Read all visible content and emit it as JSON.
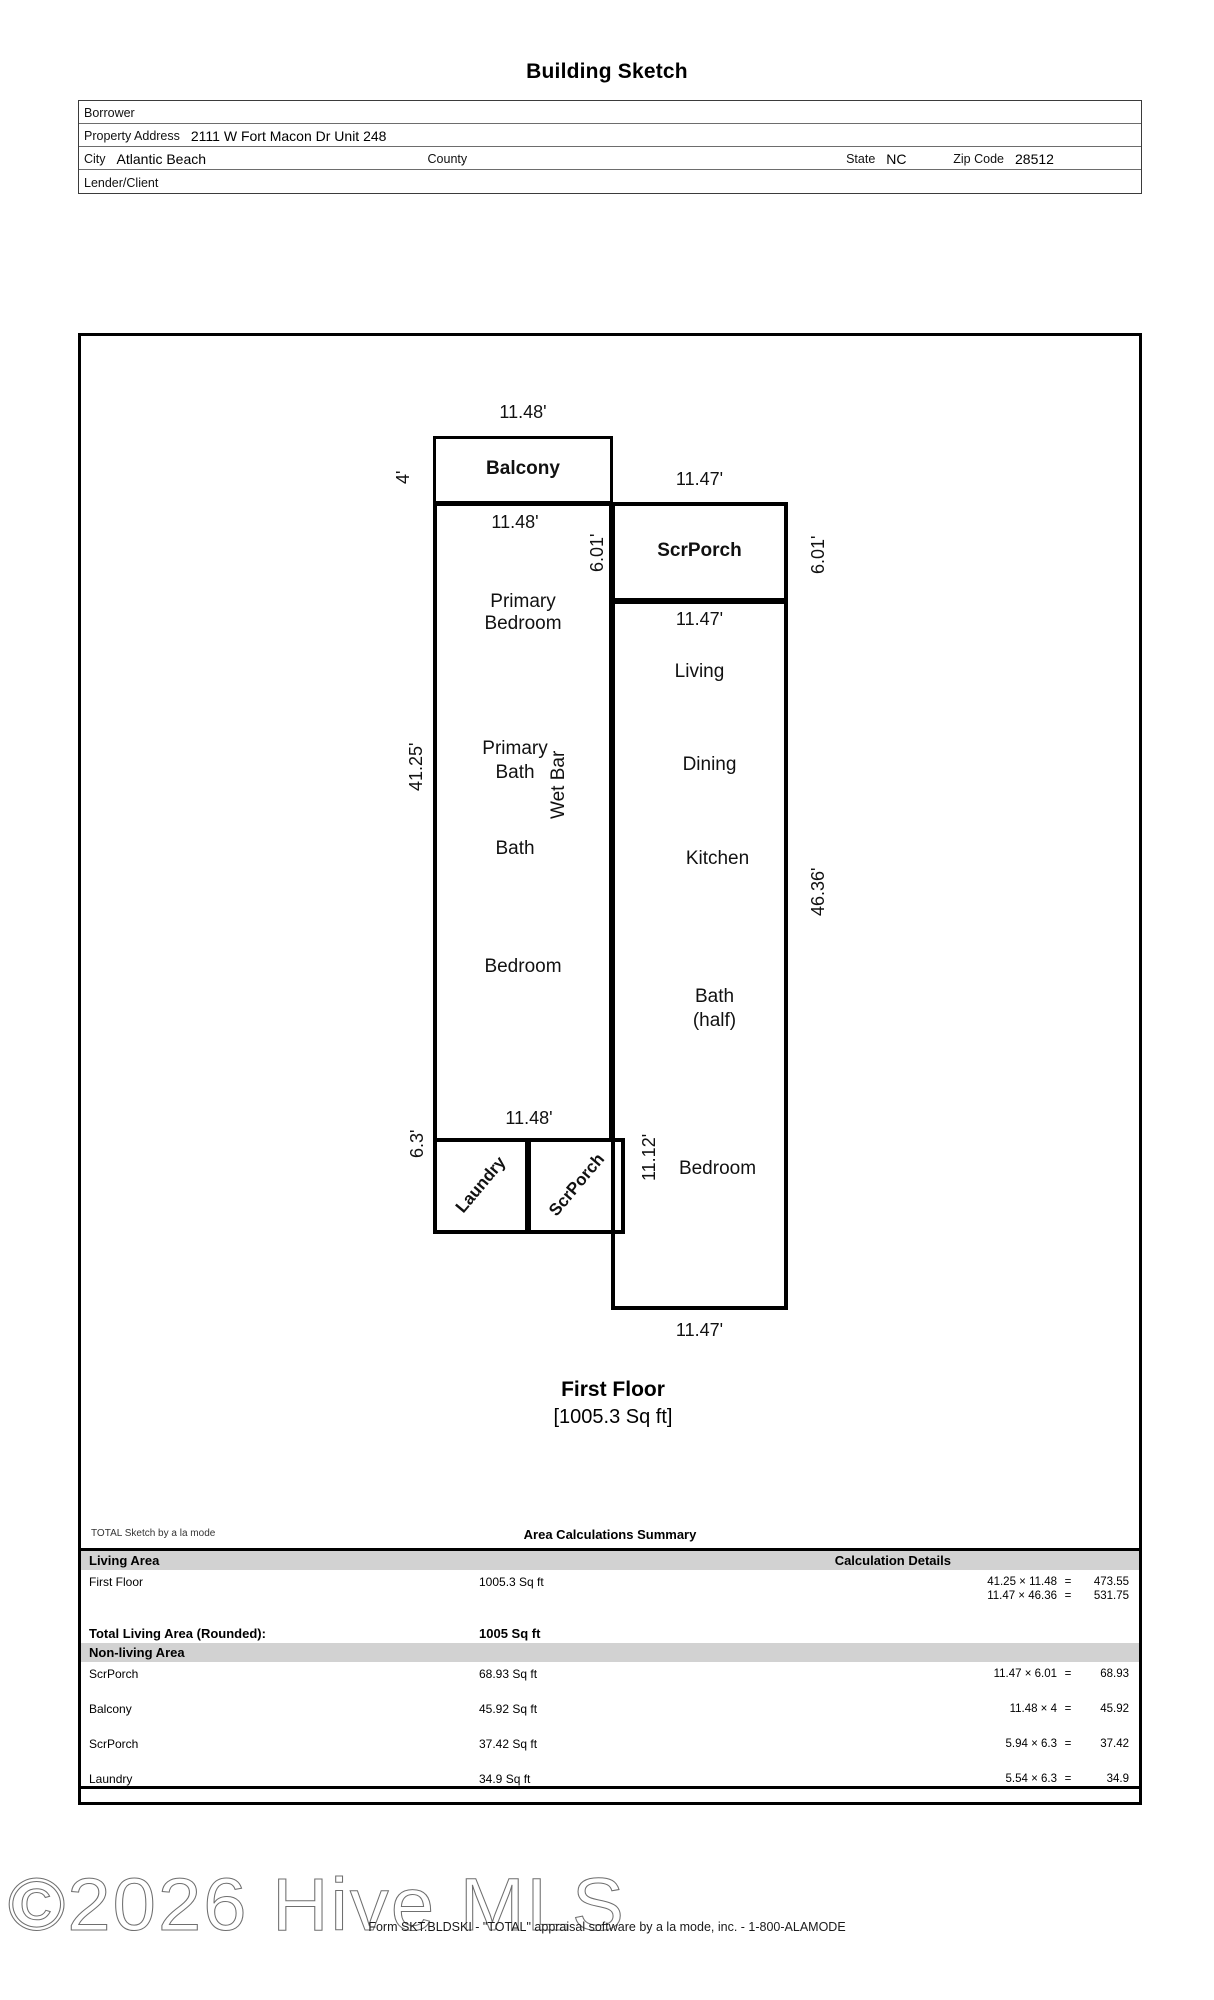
{
  "document": {
    "title": "Building Sketch",
    "form_footer": "Form SKT.BLDSKI - \"TOTAL\" appraisal software by a la mode, inc. - 1-800-ALAMODE",
    "watermark": "©2026 Hive MLS"
  },
  "header": {
    "borrower_label": "Borrower",
    "borrower_value": "",
    "property_address_label": "Property Address",
    "property_address_value": "2111 W Fort Macon Dr Unit 248",
    "city_label": "City",
    "city_value": "Atlantic Beach",
    "county_label": "County",
    "county_value": "",
    "state_label": "State",
    "state_value": "NC",
    "zip_label": "Zip Code",
    "zip_value": "28512",
    "lender_label": "Lender/Client",
    "lender_value": ""
  },
  "sketch": {
    "floor_title": "First Floor",
    "floor_area": "[1005.3 Sq ft]",
    "rooms": [
      {
        "name": "Balcony"
      },
      {
        "name": "ScrPorch"
      },
      {
        "name": "Primary\nBedroom"
      },
      {
        "name": "Living"
      },
      {
        "name": "Primary\nBath"
      },
      {
        "name": "Wet Bar"
      },
      {
        "name": "Dining"
      },
      {
        "name": "Bath"
      },
      {
        "name": "Kitchen"
      },
      {
        "name": "Bedroom"
      },
      {
        "name": "Bath\n(half)"
      },
      {
        "name": "Laundry"
      },
      {
        "name": "ScrPorch"
      },
      {
        "name": "Bedroom"
      }
    ],
    "labels": {
      "balcony": "Balcony",
      "scrporch_top": "ScrPorch",
      "primary_bedroom_1": "Primary",
      "primary_bedroom_2": "Bedroom",
      "living": "Living",
      "primary_bath_1": "Primary",
      "primary_bath_2": "Bath",
      "wet_bar": "Wet Bar",
      "dining": "Dining",
      "bath": "Bath",
      "kitchen": "Kitchen",
      "bedroom_mid": "Bedroom",
      "bath_half_1": "Bath",
      "bath_half_2": "(half)",
      "laundry": "Laundry",
      "scrporch_bottom": "ScrPorch",
      "bedroom_low": "Bedroom"
    },
    "dimensions": {
      "balcony_top": "11.48'",
      "balcony_left": "4'",
      "primary_top": "11.48'",
      "divider_6_01": "6.01'",
      "scrporch_top": "11.47'",
      "scrporch_right": "6.01'",
      "scrporch_bottom_dim": "11.47'",
      "left_wall": "41.25'",
      "right_wall": "46.36'",
      "laundry_top": "11.48'",
      "laundry_left": "6.3'",
      "scrporch_bottom_right": "11.12'",
      "bottom_wall": "11.47'"
    }
  },
  "calculations": {
    "credit": "TOTAL Sketch by a la mode",
    "heading": "Area Calculations Summary",
    "living_band_left": "Living Area",
    "living_band_right": "Calculation Details",
    "living_rows": [
      {
        "name": "First Floor",
        "area": "1005.3 Sq ft",
        "details": [
          {
            "expr": "41.25 × 11.48",
            "eq": "=",
            "result": "473.55"
          },
          {
            "expr": "11.47 × 46.36",
            "eq": "=",
            "result": "531.75"
          }
        ]
      }
    ],
    "total_label": "Total Living Area (Rounded):",
    "total_value": "1005 Sq ft",
    "nonliving_band": "Non-living Area",
    "nonliving_rows": [
      {
        "name": "ScrPorch",
        "area": "68.93 Sq ft",
        "details": [
          {
            "expr": "11.47 × 6.01",
            "eq": "=",
            "result": "68.93"
          }
        ]
      },
      {
        "name": "Balcony",
        "area": "45.92 Sq ft",
        "details": [
          {
            "expr": "11.48 × 4",
            "eq": "=",
            "result": "45.92"
          }
        ]
      },
      {
        "name": "ScrPorch",
        "area": "37.42 Sq ft",
        "details": [
          {
            "expr": "5.94 × 6.3",
            "eq": "=",
            "result": "37.42"
          }
        ]
      },
      {
        "name": "Laundry",
        "area": "34.9 Sq ft",
        "details": [
          {
            "expr": "5.54 × 6.3",
            "eq": "=",
            "result": "34.9"
          }
        ]
      }
    ]
  }
}
